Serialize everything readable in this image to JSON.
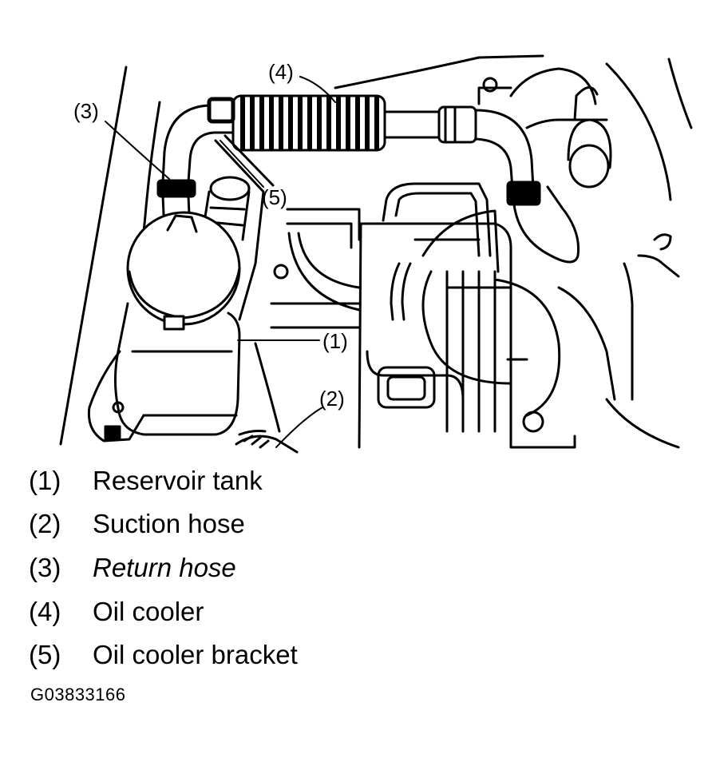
{
  "callouts": {
    "c1": "(1)",
    "c2": "(2)",
    "c3": "(3)",
    "c4": "(4)",
    "c5": "(5)"
  },
  "legend": [
    {
      "number": "(1)",
      "text": "Reservoir tank"
    },
    {
      "number": "(2)",
      "text": "Suction hose"
    },
    {
      "number": "(3)",
      "text": "Return hose"
    },
    {
      "number": "(4)",
      "text": "Oil cooler"
    },
    {
      "number": "(5)",
      "text": "Oil cooler bracket"
    }
  ],
  "figure_id": "G03833166"
}
